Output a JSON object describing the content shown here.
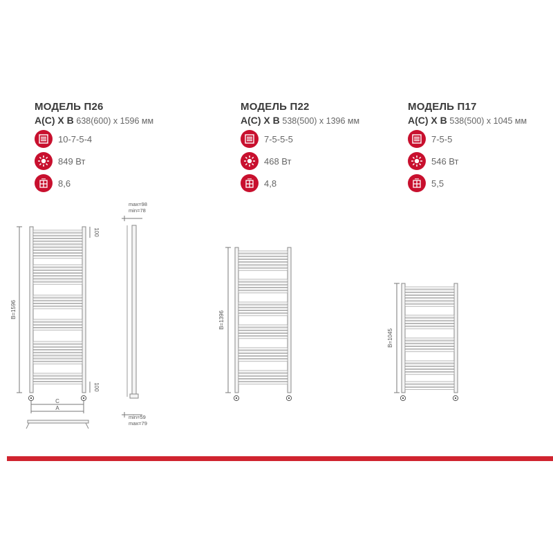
{
  "brand_color": "#c8102e",
  "models": [
    {
      "title": "МОДЕЛЬ П26",
      "dim_label": "А(С) Х В",
      "dim_value": "638(600) х 1596 мм",
      "sections": "10-7-5-4",
      "power": "849 Вт",
      "area": "8,6"
    },
    {
      "title": "МОДЕЛЬ П22",
      "dim_label": "А(С) Х В",
      "dim_value": "538(500) х 1396 мм",
      "sections": "7-5-5-5",
      "power": "468 Вт",
      "area": "4,8"
    },
    {
      "title": "МОДЕЛЬ П17",
      "dim_label": "А(С) Х В",
      "dim_value": "538(500) х 1045 мм",
      "sections": "7-5-5",
      "power": "546 Вт",
      "area": "5,5"
    }
  ],
  "icons": [
    "sections-icon",
    "sun-icon",
    "area-icon"
  ],
  "drawings": {
    "p26_height": "B=1596",
    "p26_top_gap": "100",
    "p26_bottom_gap": "100",
    "p26_width_c": "C",
    "p26_width_a": "A",
    "side_top_max": "max=98",
    "side_top_min": "min=78",
    "side_bottom_min": "min=59",
    "side_bottom_max": "max=79",
    "p22_height": "B=1396",
    "p17_height": "B=1045"
  }
}
